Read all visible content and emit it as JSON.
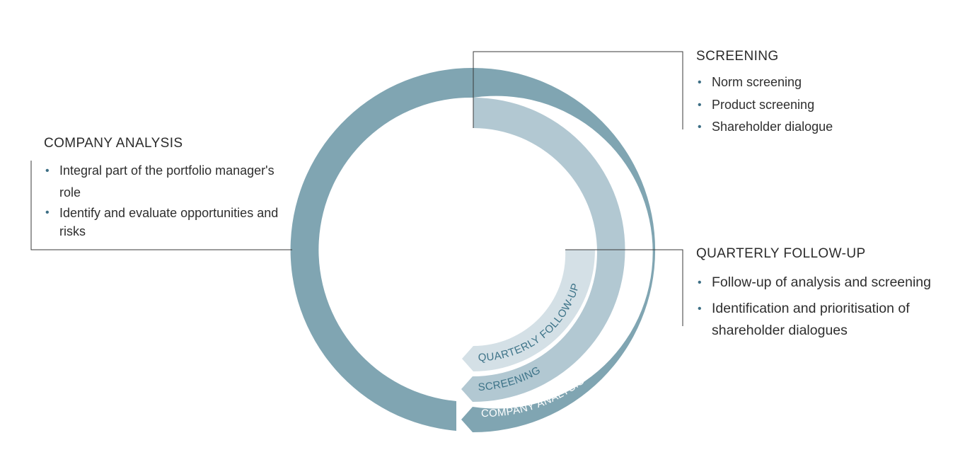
{
  "company_analysis": {
    "title": "COMPANY ANALYSIS",
    "bullets": [
      "Integral part of the portfolio manager's role",
      "Identify and evaluate opportunities and risks"
    ]
  },
  "screening": {
    "title": "SCREENING",
    "bullets": [
      "Norm screening",
      "Product screening",
      "Shareholder dialogue"
    ]
  },
  "quarterly_follow_up": {
    "title": "QUARTERLY FOLLOW-UP",
    "bullets": [
      "Follow-up of analysis and screening",
      "Identification and prioritisation of shareholder dialogues"
    ]
  },
  "ring_labels": {
    "company_analysis": "COMPANY ANALYSIS",
    "screening": "SCREENING",
    "quarterly_follow_up": "QUARTERLY FOLLOW-UP"
  },
  "colors": {
    "outer_ring": "#80a5b2",
    "middle_ring": "#b2c8d2",
    "inner_ring": "#d4e0e6",
    "ring_text_dark": "#3d7388",
    "ring_text_light": "#ffffff",
    "bullet": "#3d6f85",
    "connector": "#3a3a3a"
  }
}
